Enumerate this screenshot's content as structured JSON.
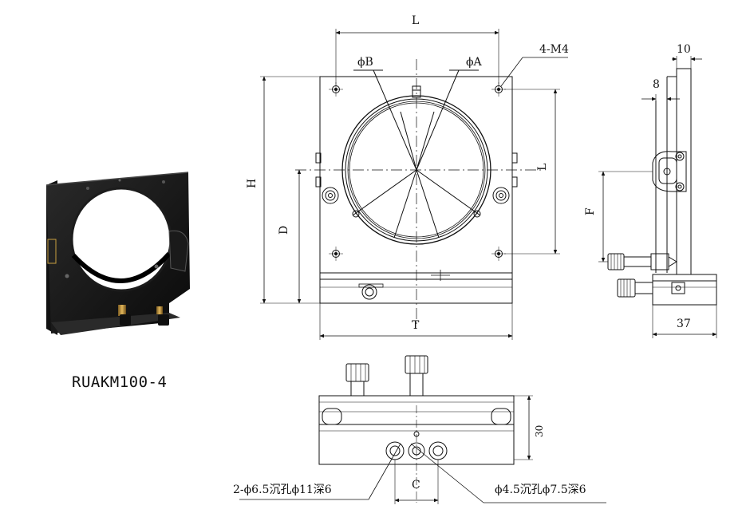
{
  "product": {
    "model": "RUAKM100-4"
  },
  "front_view": {
    "dim_L_top": "L",
    "label_phiB": "ϕB",
    "label_phiA": "ϕA",
    "label_4M4": "4-M4",
    "dim_H": "H",
    "dim_D": "D",
    "dim_L_right": "L",
    "dim_T": "T"
  },
  "side_view": {
    "dim_10": "10",
    "dim_8": "8",
    "dim_F": "F",
    "dim_37": "37"
  },
  "bottom_view": {
    "dim_30": "30",
    "dim_C": "C",
    "callout_left": "2-ϕ6.5沉孔ϕ11深6",
    "callout_right": "ϕ4.5沉孔ϕ7.5深6"
  }
}
